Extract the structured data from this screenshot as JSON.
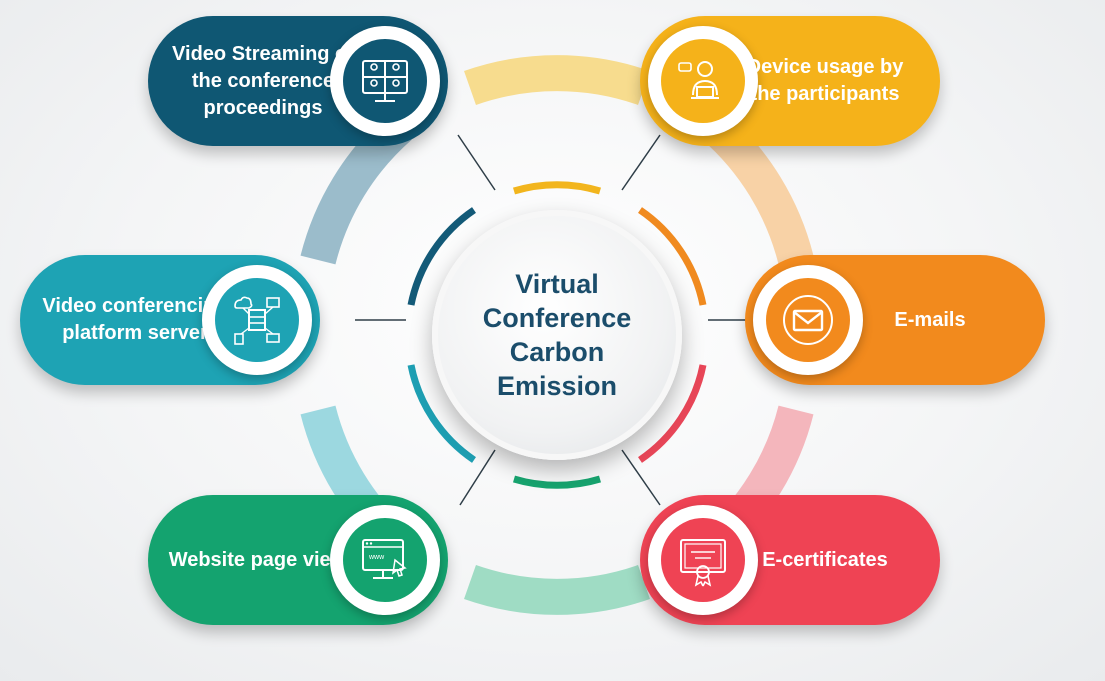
{
  "hub": {
    "title": "Virtual\nConference\nCarbon\nEmission"
  },
  "sources": [
    {
      "label": "Video Streaming of the conference proceedings",
      "color": "#0f5773",
      "icon": "video-grid-icon"
    },
    {
      "label": "Device usage by the participants",
      "color": "#f5b21a",
      "icon": "person-laptop-icon"
    },
    {
      "label": "Video conferencing platform server",
      "color": "#1ea3b4",
      "icon": "server-network-icon"
    },
    {
      "label": "E-mails",
      "color": "#f28a1d",
      "icon": "envelope-icon"
    },
    {
      "label": "Website page views",
      "color": "#14a36f",
      "icon": "web-browser-icon"
    },
    {
      "label": "E-certificates",
      "color": "#ef4354",
      "icon": "certificate-icon"
    }
  ]
}
